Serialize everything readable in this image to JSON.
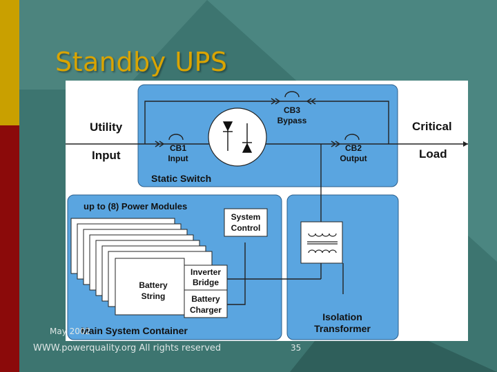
{
  "slide": {
    "title": "Standby UPS",
    "footer_date": "May 2002",
    "footer_url": "WWW.powerquality.org All rights reserved",
    "page_number": "35"
  },
  "colors": {
    "background_teal": "#3d7570",
    "gold_bar": "#c9a000",
    "red_bar": "#8b0a0a",
    "title_gold": "#d9a400",
    "panel_blue": "#5aa5e0"
  },
  "diagram": {
    "utility_label": "Utility",
    "input_label": "Input",
    "critical_label": "Critical",
    "load_label": "Load",
    "cb1_label": "CB1",
    "cb1_sub": "Input",
    "cb2_label": "CB2",
    "cb2_sub": "Output",
    "cb3_label": "CB3",
    "cb3_sub": "Bypass",
    "static_switch_label": "Static Switch",
    "power_modules_label": "up to (8) Power Modules",
    "system_control_line1": "System",
    "system_control_line2": "Control",
    "inverter_line1": "Inverter",
    "inverter_line2": "Bridge",
    "charger_line1": "Battery",
    "charger_line2": "Charger",
    "battery_line1": "Battery",
    "battery_line2": "String",
    "main_container_label": "Main System Container",
    "isolation_line1": "Isolation",
    "isolation_line2": "Transformer"
  }
}
